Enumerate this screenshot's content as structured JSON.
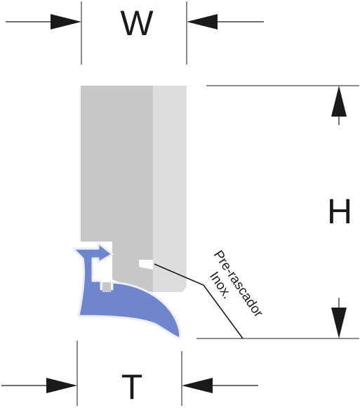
{
  "dimensions": {
    "width_label": "W",
    "height_label": "H",
    "thickness_label": "T"
  },
  "callout": {
    "line1": "Pre-rascador",
    "line2": "Inox."
  },
  "colors": {
    "body_main": "#c6c7c9",
    "body_light": "#dcdddf",
    "seal_blue": "#6f86cf",
    "seal_outline": "#eaeef8",
    "line": "#1a1a1a"
  }
}
